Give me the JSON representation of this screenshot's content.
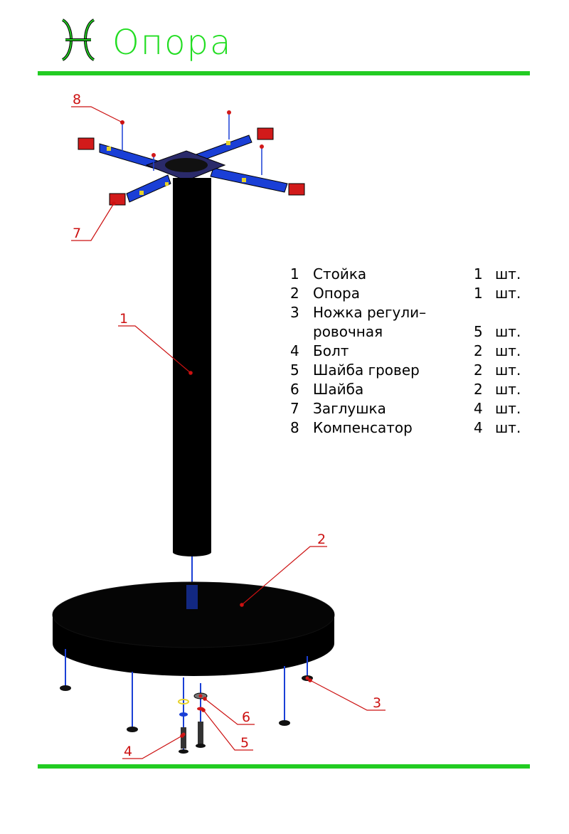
{
  "header": {
    "title": "Опора",
    "logo_icon": "green-pisces-logo-icon"
  },
  "colors": {
    "accent_green": "#22cc22",
    "callout_red": "#cc1111",
    "frame_blue": "#1a3fd6",
    "part_black": "#000000"
  },
  "callouts": {
    "c1": "1",
    "c2": "2",
    "c3": "3",
    "c4": "4",
    "c5": "5",
    "c6": "6",
    "c7": "7",
    "c8": "8"
  },
  "parts_list": [
    {
      "num": "1",
      "name": "Стойка",
      "qty": "1",
      "unit": "шт."
    },
    {
      "num": "2",
      "name": "Опора",
      "qty": "1",
      "unit": "шт."
    },
    {
      "num": "3",
      "name": "Ножка регули–",
      "qty": "",
      "unit": ""
    },
    {
      "num": "",
      "name": "ровочная",
      "qty": "5",
      "unit": "шт."
    },
    {
      "num": "4",
      "name": "Болт",
      "qty": "2",
      "unit": "шт."
    },
    {
      "num": "5",
      "name": "Шайба гровер",
      "qty": "2",
      "unit": "шт."
    },
    {
      "num": "6",
      "name": "Шайба",
      "qty": "2",
      "unit": "шт."
    },
    {
      "num": "7",
      "name": "Заглушка",
      "qty": "4",
      "unit": "шт."
    },
    {
      "num": "8",
      "name": "Компенсатор",
      "qty": "4",
      "unit": "шт."
    }
  ]
}
